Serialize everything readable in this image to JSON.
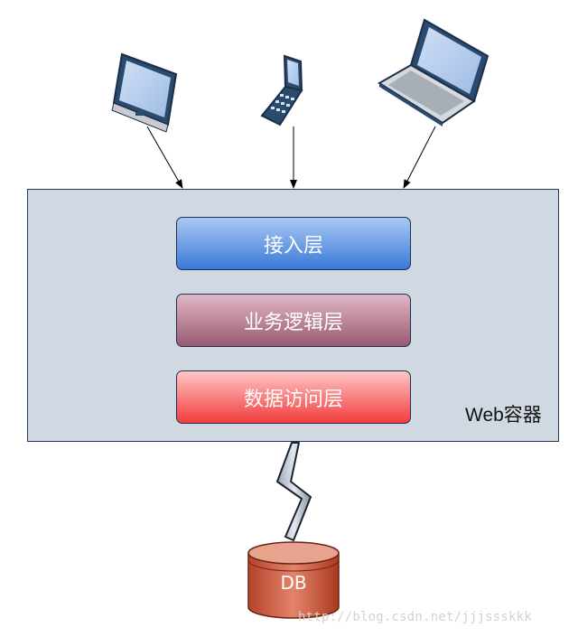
{
  "devices": [
    {
      "icon": "desktop-monitor-icon"
    },
    {
      "icon": "mobile-phone-icon"
    },
    {
      "icon": "laptop-icon"
    }
  ],
  "container": {
    "label": "Web容器",
    "layers": [
      {
        "label": "接入层",
        "color": "#3a7ad8"
      },
      {
        "label": "业务逻辑层",
        "color": "#9a5a72"
      },
      {
        "label": "数据访问层",
        "color": "#f23d3d"
      }
    ]
  },
  "connection": {
    "icon": "lightning-bolt-icon"
  },
  "database": {
    "label": "DB",
    "color": "#c0533a"
  },
  "watermark": "http://blog.csdn.net/jjjssskkk"
}
